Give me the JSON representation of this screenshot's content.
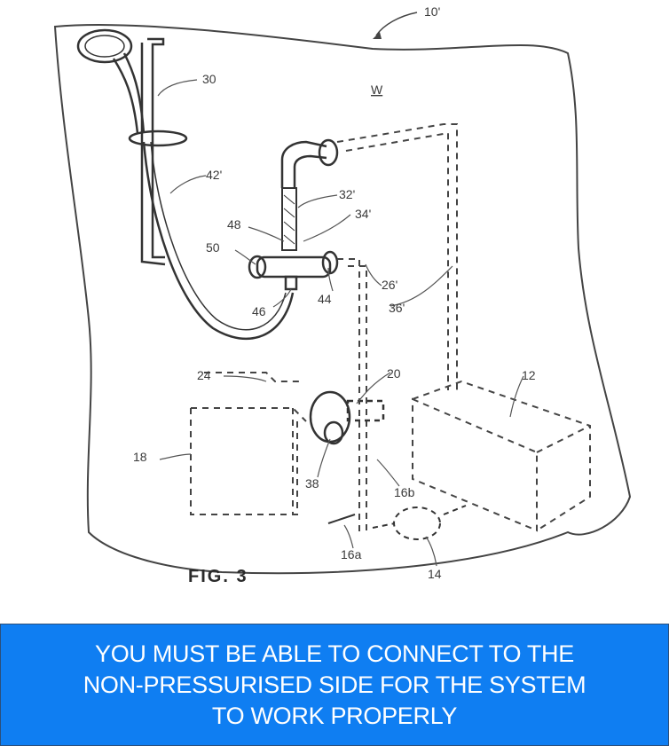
{
  "figure": {
    "ref_system": "10'",
    "wall_label": "W",
    "fig_title": "FIG. 3",
    "labels": {
      "n30": "30",
      "n42": "42'",
      "n32": "32'",
      "n34": "34'",
      "n48": "48",
      "n50": "50",
      "n46": "46",
      "n44": "44",
      "n26": "26'",
      "n36": "36'",
      "n24": "24",
      "n20": "20",
      "n12": "12",
      "n18": "18",
      "n38": "38",
      "n16b": "16b",
      "n16a": "16a",
      "n14": "14"
    }
  },
  "caption": {
    "line1": "YOU MUST BE ABLE TO CONNECT TO THE",
    "line2": "NON-PRESSURISED SIDE FOR THE SYSTEM",
    "line3": "TO WORK PROPERLY"
  },
  "colors": {
    "banner": "#0f7ef2",
    "ink": "#3a3a3a"
  }
}
